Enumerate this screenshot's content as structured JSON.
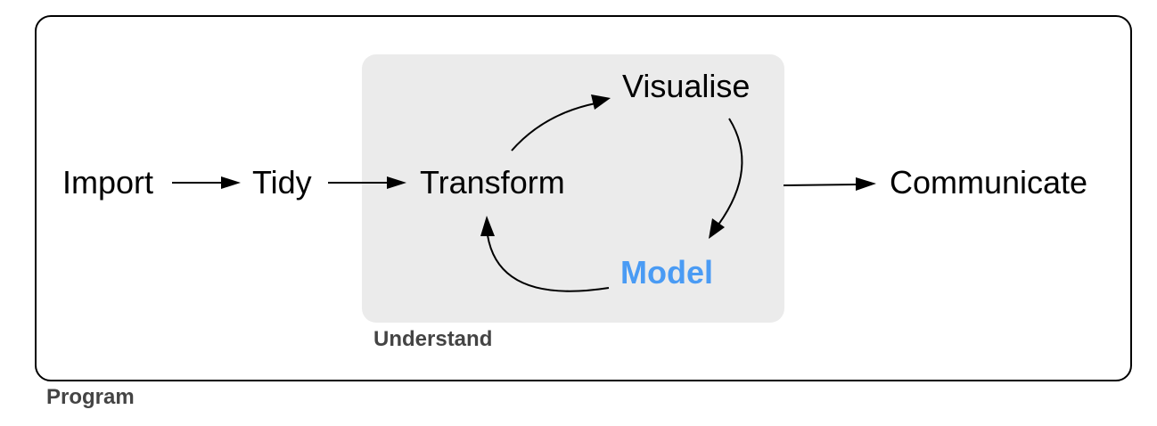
{
  "diagram": {
    "nodes": {
      "import": "Import",
      "tidy": "Tidy",
      "transform": "Transform",
      "visualise": "Visualise",
      "model": "Model",
      "communicate": "Communicate"
    },
    "groups": {
      "program": "Program",
      "understand": "Understand"
    },
    "edges": [
      {
        "from": "Import",
        "to": "Tidy"
      },
      {
        "from": "Tidy",
        "to": "Transform"
      },
      {
        "from": "Transform",
        "to": "Visualise"
      },
      {
        "from": "Visualise",
        "to": "Model"
      },
      {
        "from": "Model",
        "to": "Transform"
      },
      {
        "from": "Understand",
        "to": "Communicate"
      }
    ],
    "colors": {
      "highlight": "#4a9bf4",
      "group_fill": "#ebebeb",
      "group_label": "#444444"
    }
  }
}
